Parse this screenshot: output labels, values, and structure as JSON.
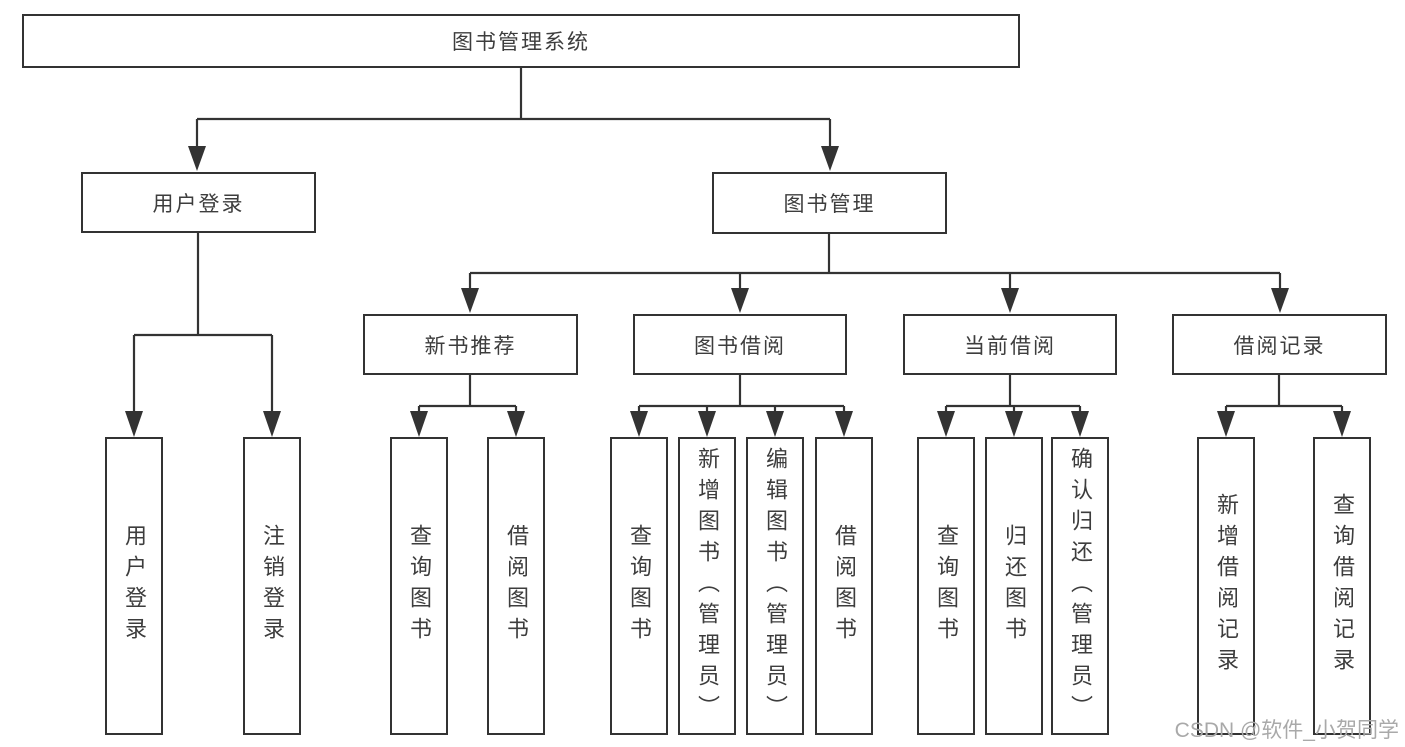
{
  "colors": {
    "line": "#333333",
    "box_border": "#333333",
    "text": "#3d3d3d",
    "watermark": "#a9a9a9",
    "bg": "#ffffff"
  },
  "watermark": {
    "text": "CSDN @软件_小贺同学"
  },
  "tree": {
    "label": "图书管理系统",
    "children": [
      {
        "label": "用户登录",
        "children": [
          {
            "label": "用户登录"
          },
          {
            "label": "注销登录"
          }
        ]
      },
      {
        "label": "图书管理",
        "children": [
          {
            "label": "新书推荐",
            "children": [
              {
                "label": "查询图书"
              },
              {
                "label": "借阅图书"
              }
            ]
          },
          {
            "label": "图书借阅",
            "children": [
              {
                "label": "查询图书"
              },
              {
                "label": "新增图书（管理员）"
              },
              {
                "label": "编辑图书（管理员）"
              },
              {
                "label": "借阅图书"
              }
            ]
          },
          {
            "label": "当前借阅",
            "children": [
              {
                "label": "查询图书"
              },
              {
                "label": "归还图书"
              },
              {
                "label": "确认归还（管理员）"
              }
            ]
          },
          {
            "label": "借阅记录",
            "children": [
              {
                "label": "新增借阅记录"
              },
              {
                "label": "查询借阅记录"
              }
            ]
          }
        ]
      }
    ]
  },
  "edges": [
    {
      "from": "图书管理系统",
      "to": "用户登录"
    },
    {
      "from": "图书管理系统",
      "to": "图书管理"
    },
    {
      "from": "用户登录",
      "to": "用户登录"
    },
    {
      "from": "用户登录",
      "to": "注销登录"
    },
    {
      "from": "图书管理",
      "to": "新书推荐"
    },
    {
      "from": "图书管理",
      "to": "图书借阅"
    },
    {
      "from": "图书管理",
      "to": "当前借阅"
    },
    {
      "from": "图书管理",
      "to": "借阅记录"
    },
    {
      "from": "新书推荐",
      "to": "查询图书"
    },
    {
      "from": "新书推荐",
      "to": "借阅图书"
    },
    {
      "from": "图书借阅",
      "to": "查询图书"
    },
    {
      "from": "图书借阅",
      "to": "新增图书（管理员）"
    },
    {
      "from": "图书借阅",
      "to": "编辑图书（管理员）"
    },
    {
      "from": "图书借阅",
      "to": "借阅图书"
    },
    {
      "from": "当前借阅",
      "to": "查询图书"
    },
    {
      "from": "当前借阅",
      "to": "归还图书"
    },
    {
      "from": "当前借阅",
      "to": "确认归还（管理员）"
    },
    {
      "from": "借阅记录",
      "to": "新增借阅记录"
    },
    {
      "from": "借阅记录",
      "to": "查询借阅记录"
    }
  ]
}
